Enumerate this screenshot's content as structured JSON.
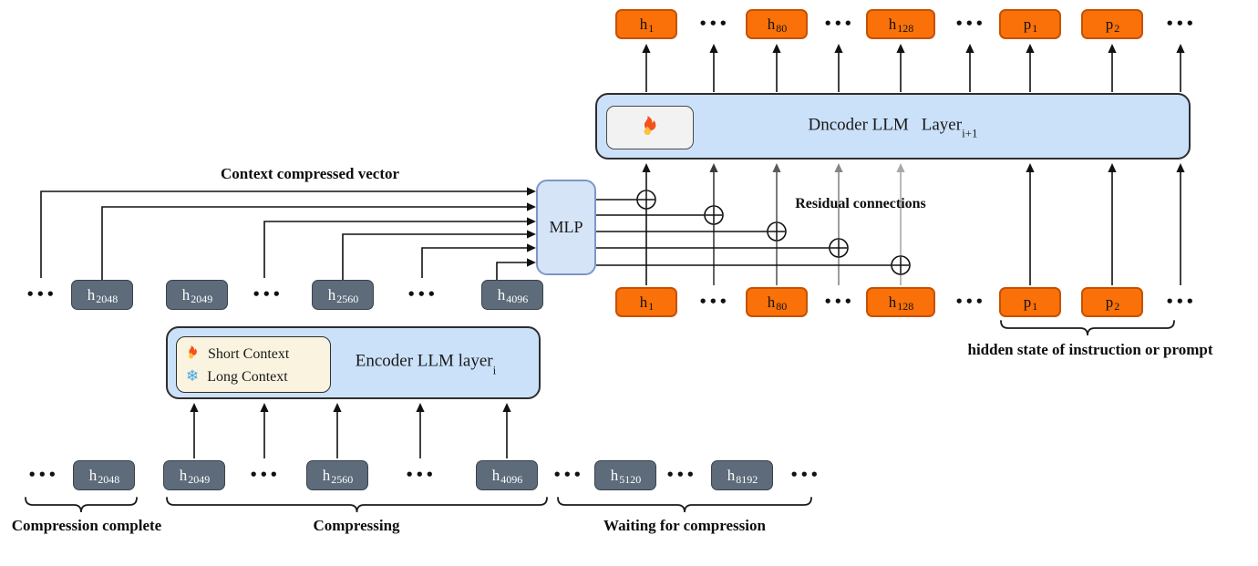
{
  "diagram": {
    "decoder": {
      "title_main": "Dncoder LLM",
      "title_layer": "Layer",
      "title_layer_sub": "i+1"
    },
    "encoder": {
      "title_main": "Encoder LLM layer",
      "title_sub": "i",
      "legend": {
        "fire_label": "Short Context",
        "snow_label": "Long Context"
      }
    },
    "mlp": {
      "label": "MLP"
    },
    "labels": {
      "context_vector": "Context compressed vector",
      "residual": "Residual connections",
      "hidden_state": "hidden state of instruction or prompt",
      "compression_complete": "Compression complete",
      "compressing": "Compressing",
      "waiting": "Waiting for compression"
    },
    "rows": {
      "top": [
        {
          "base": "h",
          "sub": "1"
        },
        {
          "dots": true
        },
        {
          "base": "h",
          "sub": "80"
        },
        {
          "dots": true
        },
        {
          "base": "h",
          "sub": "128"
        },
        {
          "dots": true
        },
        {
          "base": "p",
          "sub": "1"
        },
        {
          "base": "p",
          "sub": "2"
        },
        {
          "dots": true
        }
      ],
      "mid_orange": [
        {
          "base": "h",
          "sub": "1"
        },
        {
          "dots": true
        },
        {
          "base": "h",
          "sub": "80"
        },
        {
          "dots": true
        },
        {
          "base": "h",
          "sub": "128"
        },
        {
          "dots": true
        },
        {
          "base": "p",
          "sub": "1"
        },
        {
          "base": "p",
          "sub": "2"
        },
        {
          "dots": true
        }
      ],
      "mid_gray": [
        {
          "dots": true
        },
        {
          "base": "h",
          "sub": "2048"
        },
        {
          "base": "h",
          "sub": "2049"
        },
        {
          "dots": true
        },
        {
          "base": "h",
          "sub": "2560"
        },
        {
          "dots": true
        },
        {
          "base": "h",
          "sub": "4096"
        }
      ],
      "bottom_gray": [
        {
          "dots": true
        },
        {
          "base": "h",
          "sub": "2048"
        },
        {
          "base": "h",
          "sub": "2049"
        },
        {
          "dots": true
        },
        {
          "base": "h",
          "sub": "2560"
        },
        {
          "dots": true
        },
        {
          "base": "h",
          "sub": "4096"
        },
        {
          "dots": true
        },
        {
          "base": "h",
          "sub": "5120"
        },
        {
          "dots": true
        },
        {
          "base": "h",
          "sub": "8192"
        },
        {
          "dots": true
        }
      ]
    },
    "colors": {
      "orange": "#F97108",
      "orange_border": "#C65102",
      "gray": "#5D6B7A",
      "gray_border": "#39434D",
      "panel_blue": "#CBE1F9",
      "panel_border": "#2E2E2E",
      "mlp_fill": "#D6E4F7",
      "mlp_border": "#7E96C8",
      "legend_cream": "#FAF3DF",
      "chip_gray": "#F2F2F2",
      "snow_blue": "#41A7E0"
    }
  }
}
